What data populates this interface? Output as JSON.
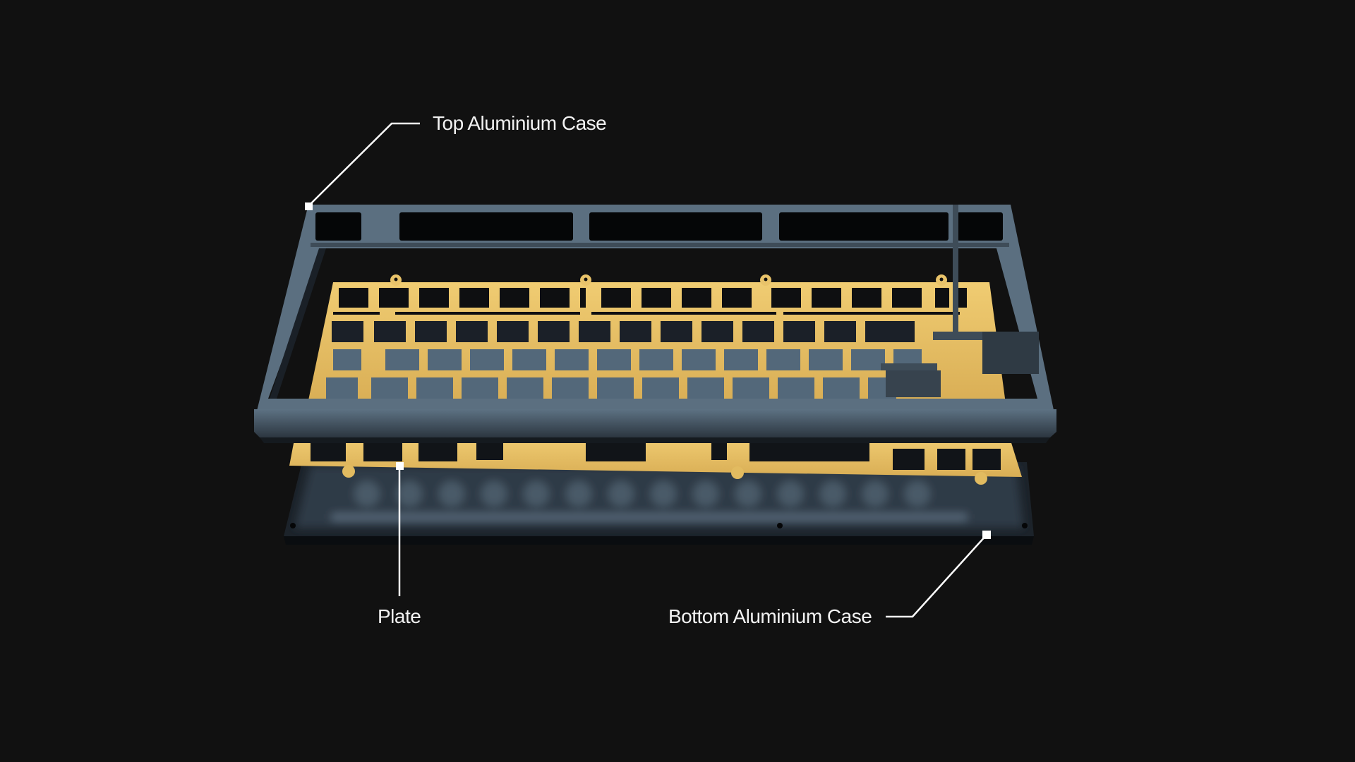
{
  "diagram": {
    "subject": "Exploded keyboard assembly",
    "colors": {
      "background": "#111111",
      "case": "#5b6f80",
      "case_dark": "#3c4a56",
      "plate": "#e9c36a",
      "callout": "#ffffff"
    },
    "callouts": [
      {
        "id": "top-case",
        "label": "Top Aluminium Case"
      },
      {
        "id": "plate",
        "label": "Plate"
      },
      {
        "id": "bottom-case",
        "label": "Bottom Aluminium Case"
      }
    ]
  }
}
